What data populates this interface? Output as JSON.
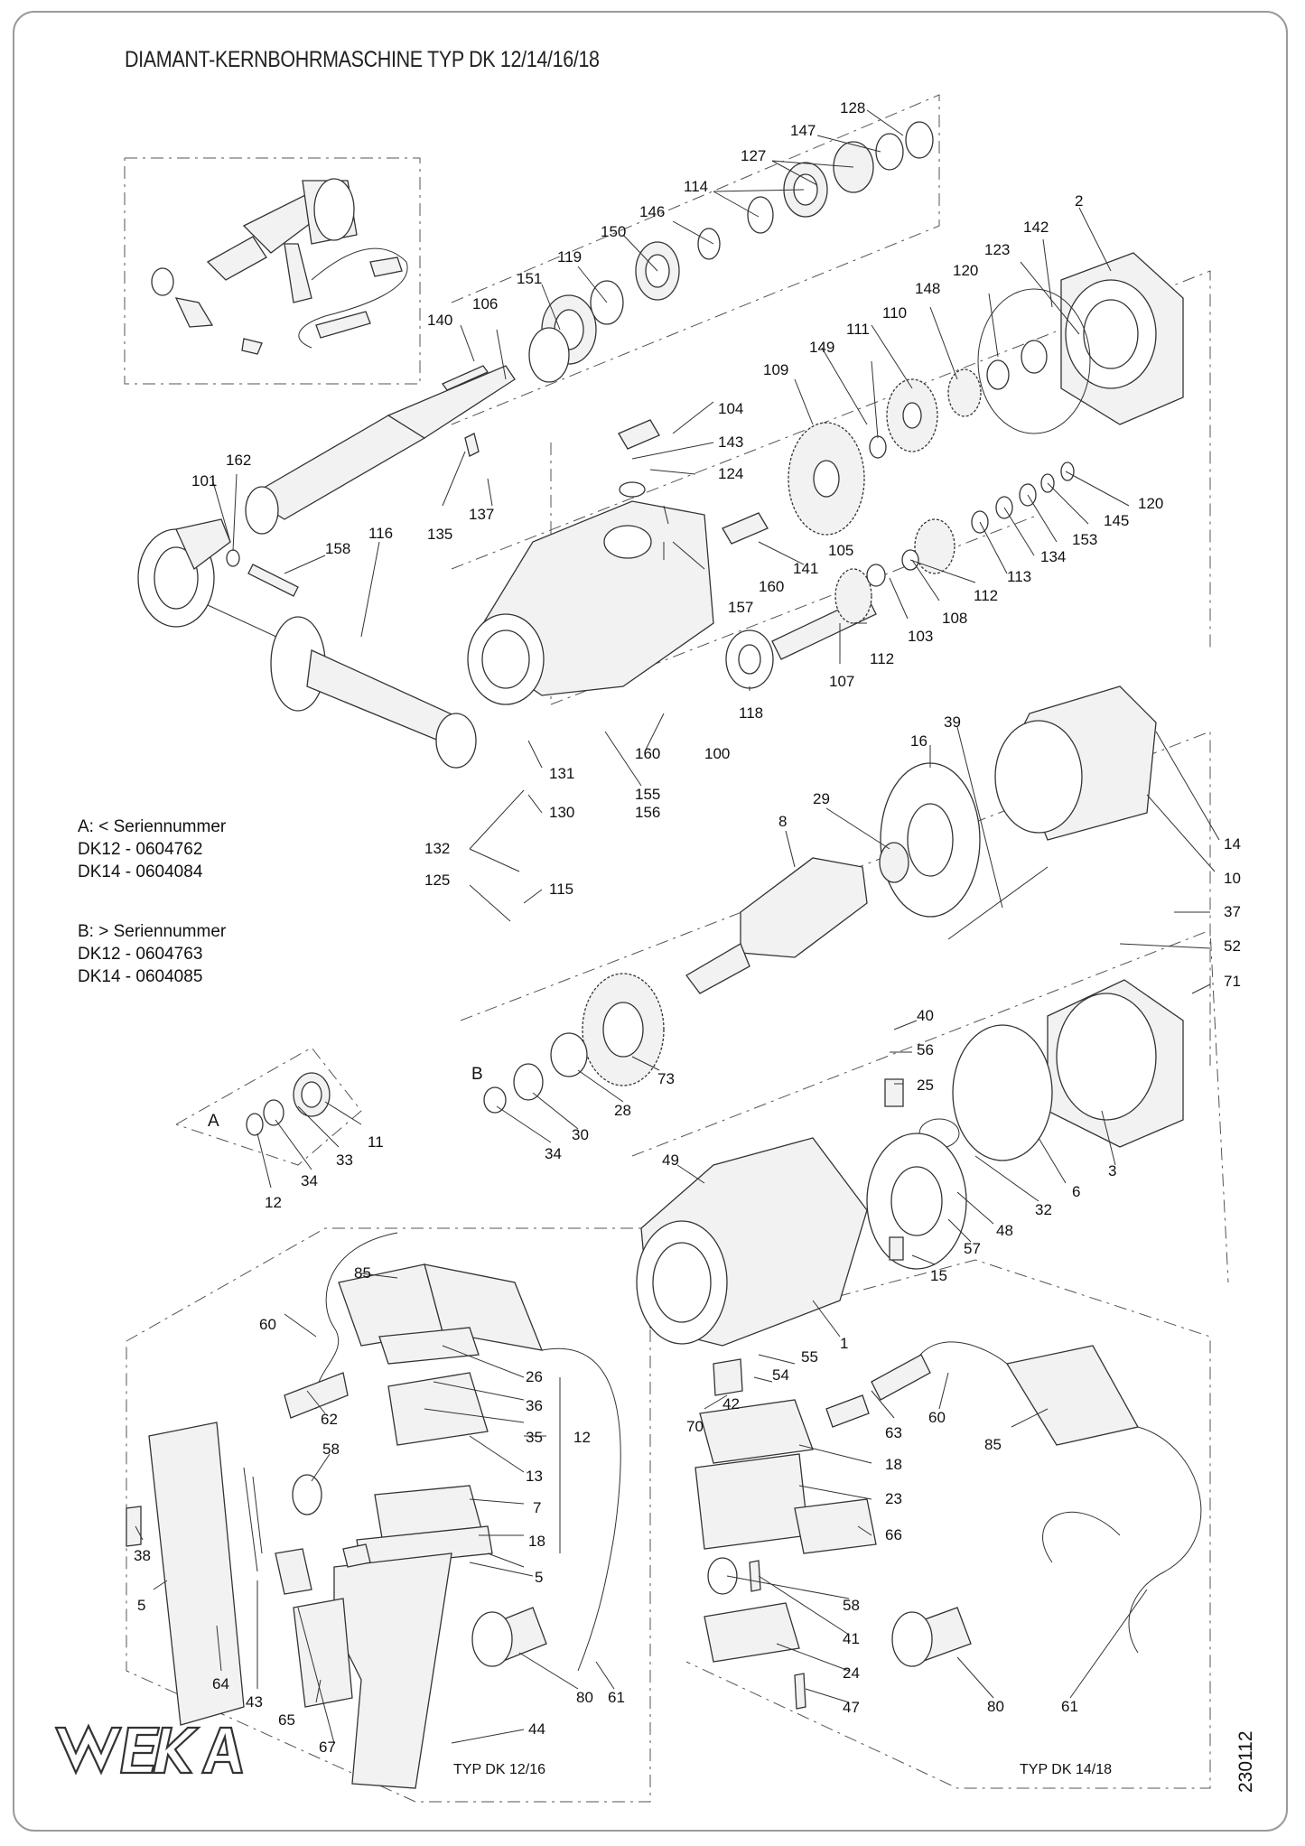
{
  "title": "DIAMANT-KERNBOHRMASCHINE TYP DK 12/14/16/18",
  "notes": {
    "a_heading": "A: < Seriennummer",
    "a_dk12": "DK12 - 0604762",
    "a_dk14": "DK14 - 0604084",
    "b_heading": "B: > Seriennummer",
    "b_dk12": "DK12 - 0604763",
    "b_dk14": "DK14 - 0604085"
  },
  "group_labels": {
    "a": "A",
    "b": "B"
  },
  "variant_labels": {
    "left": "TYP DK 12/16",
    "right": "TYP DK 14/18"
  },
  "logo_text": "WEKA",
  "document_number": "230112",
  "part_numbers": [
    "128",
    "147",
    "127",
    "114",
    "146",
    "150",
    "119",
    "151",
    "106",
    "140",
    "2",
    "142",
    "123",
    "120",
    "148",
    "110",
    "111",
    "149",
    "109",
    "104",
    "143",
    "124",
    "120",
    "145",
    "153",
    "134",
    "113",
    "112",
    "108",
    "103",
    "112",
    "107",
    "118",
    "101",
    "162",
    "158",
    "116",
    "135",
    "137",
    "105",
    "141",
    "160",
    "157",
    "100",
    "160",
    "155",
    "156",
    "131",
    "130",
    "132",
    "125",
    "115",
    "16",
    "39",
    "29",
    "8",
    "14",
    "10",
    "37",
    "52",
    "71",
    "73",
    "28",
    "30",
    "34",
    "40",
    "56",
    "25",
    "3",
    "6",
    "32",
    "48",
    "57",
    "15",
    "49",
    "1",
    "55",
    "54",
    "42",
    "70",
    "11",
    "33",
    "34",
    "12",
    "85",
    "60",
    "26",
    "36",
    "35",
    "12",
    "13",
    "7",
    "18",
    "5",
    "62",
    "58",
    "38",
    "5",
    "64",
    "43",
    "65",
    "67",
    "44",
    "80",
    "61",
    "63",
    "60",
    "85",
    "18",
    "23",
    "66",
    "58",
    "41",
    "24",
    "47",
    "80",
    "61"
  ]
}
